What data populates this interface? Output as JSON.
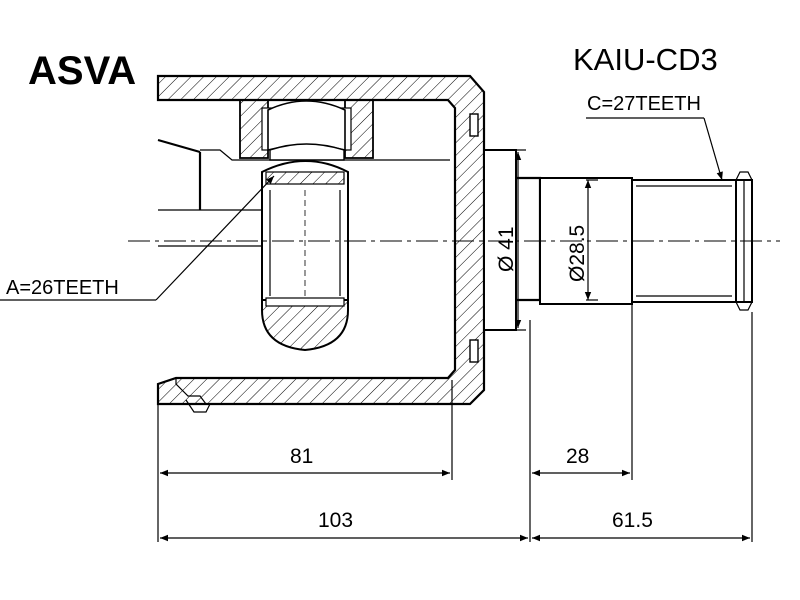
{
  "brand": "ASVA",
  "part_number": "KAIU-CD3",
  "callouts": {
    "spline_a": "A=26TEETH",
    "spline_c": "C=27TEETH"
  },
  "dimensions": {
    "housing_diameter": "Ø 41",
    "stem_diameter": "Ø28.5",
    "inner_length": "81",
    "total_length": "103",
    "shaft_length": "28",
    "stem_length": "61.5"
  }
}
